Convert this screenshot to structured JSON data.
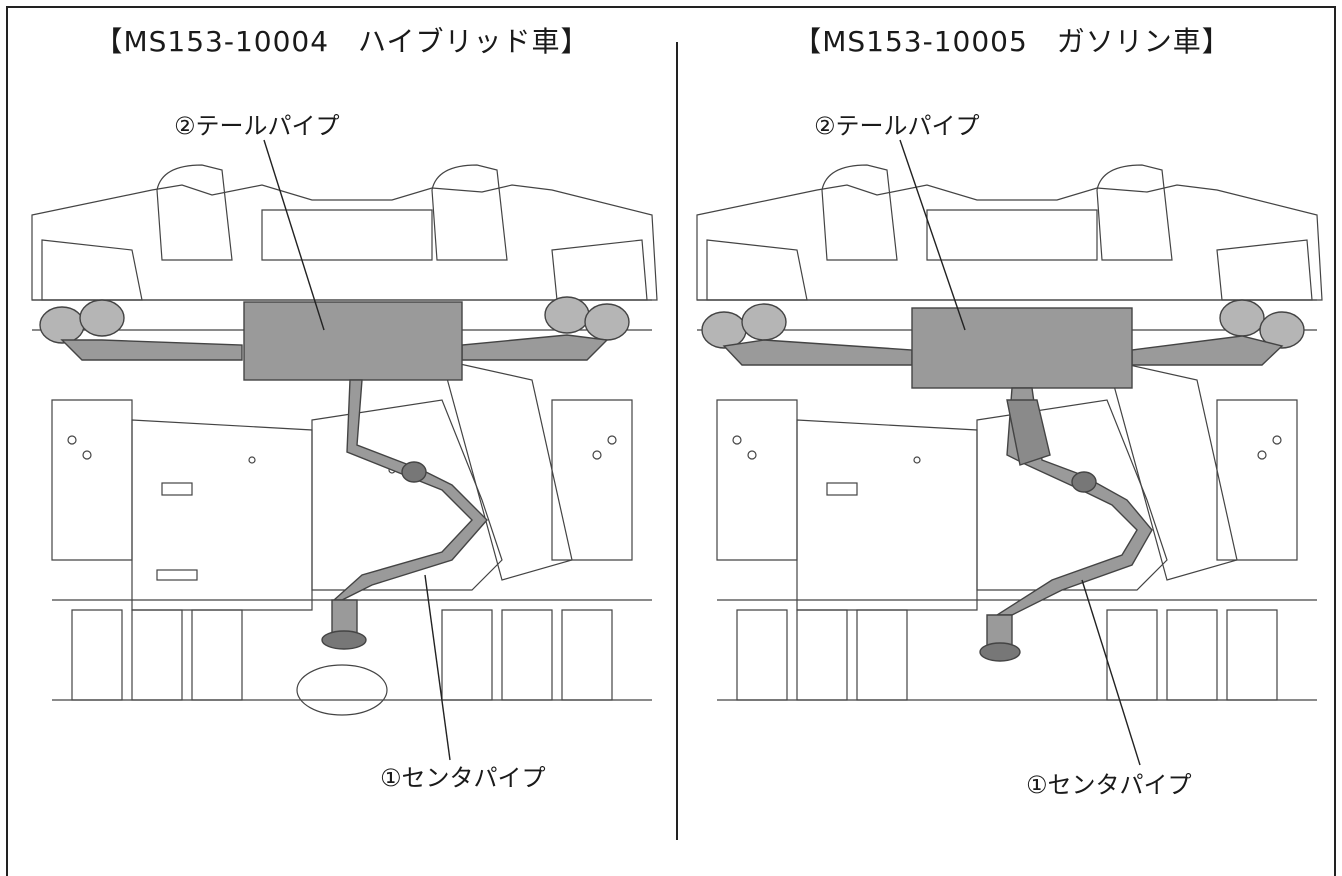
{
  "left": {
    "title": "【MS153-10004　ハイブリッド車】",
    "tail_label": "②テールパイプ",
    "center_label": "①センタパイプ"
  },
  "right": {
    "title": "【MS153-10005　ガソリン車】",
    "tail_label": "②テールパイプ",
    "center_label": "①センタパイプ"
  },
  "colors": {
    "pipe": "#9a9a9a",
    "line": "#444444"
  }
}
